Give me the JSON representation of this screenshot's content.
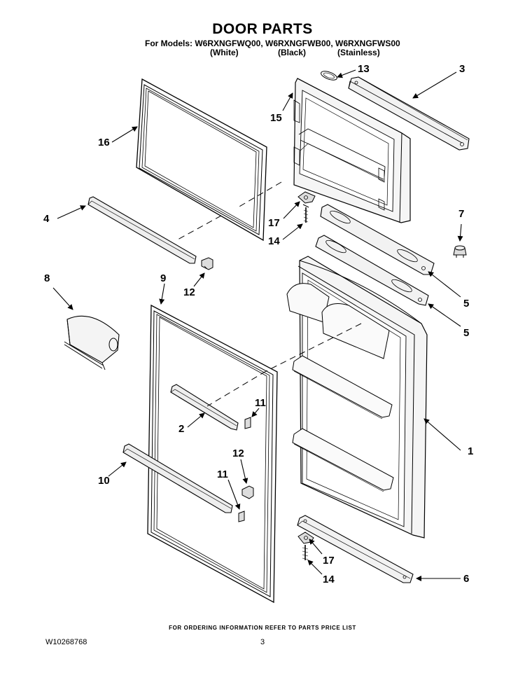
{
  "header": {
    "title": "DOOR PARTS",
    "models_line": "For Models: W6RXNGFWQ00, W6RXNGFWB00, W6RXNGFWS00",
    "variants": [
      "(White)",
      "(Black)",
      "(Stainless)"
    ]
  },
  "footer": {
    "ordering_note": "FOR ORDERING INFORMATION REFER TO PARTS PRICE LIST",
    "document_number": "W10268768",
    "page_number": "3"
  },
  "callouts": [
    {
      "id": "c13",
      "label": "13"
    },
    {
      "id": "c3",
      "label": "3"
    },
    {
      "id": "c15",
      "label": "15"
    },
    {
      "id": "c16",
      "label": "16"
    },
    {
      "id": "c7",
      "label": "7"
    },
    {
      "id": "c4",
      "label": "4"
    },
    {
      "id": "c17a",
      "label": "17"
    },
    {
      "id": "c14a",
      "label": "14"
    },
    {
      "id": "c8",
      "label": "8"
    },
    {
      "id": "c9",
      "label": "9"
    },
    {
      "id": "c12a",
      "label": "12"
    },
    {
      "id": "c5a",
      "label": "5"
    },
    {
      "id": "c5b",
      "label": "5"
    },
    {
      "id": "c11a",
      "label": "11"
    },
    {
      "id": "c2",
      "label": "2"
    },
    {
      "id": "c1",
      "label": "1"
    },
    {
      "id": "c12b",
      "label": "12"
    },
    {
      "id": "c10",
      "label": "10"
    },
    {
      "id": "c11b",
      "label": "11"
    },
    {
      "id": "c17b",
      "label": "17"
    },
    {
      "id": "c6",
      "label": "6"
    },
    {
      "id": "c14b",
      "label": "14"
    }
  ]
}
